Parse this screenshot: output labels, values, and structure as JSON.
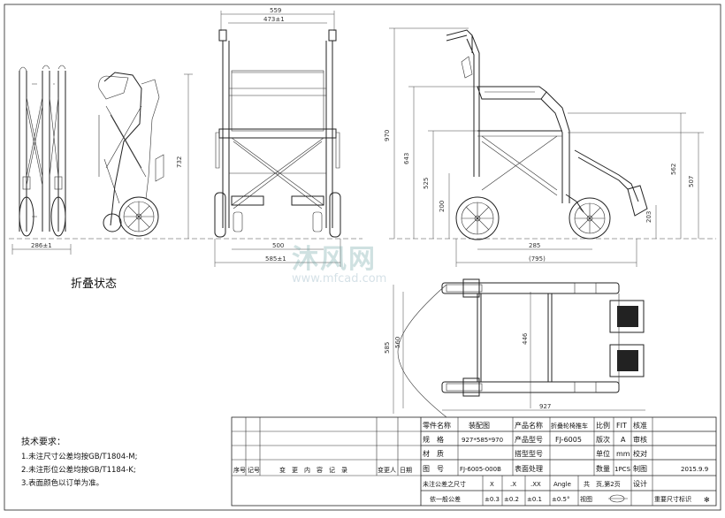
{
  "watermark": {
    "text": "沐风网",
    "url": "www.mfcad.com"
  },
  "views": {
    "folded_label": "折叠状态",
    "front_dims": {
      "top_width": "559",
      "top_width2": "473±1",
      "bottom_inner": "500",
      "bottom_outer": "585±1",
      "height_left": "732"
    },
    "side_dims": {
      "total_height": "970",
      "seat_height_a": "643",
      "seat_height_b": "525",
      "wheel_h": "200",
      "length": "927",
      "length_b": "(795)",
      "depth": "285",
      "right_h1": "562",
      "right_h2": "507",
      "small_h": "203"
    },
    "top_dims": {
      "width_a": "585",
      "width_b": "560",
      "inner": "446",
      "overall": "927"
    },
    "folded_dims": {
      "width": "286±1",
      "height": "732"
    }
  },
  "tech": {
    "heading": "技术要求：",
    "items": [
      "1.未注尺寸公差均按GB/T1804-M;",
      "2.未注形位公差均按GB/T1184-K;",
      "3.表面颜色以订单为准。"
    ]
  },
  "title_block": {
    "part_name_label": "零件名称",
    "part_name": "装配图",
    "product_name_label": "产品名称",
    "product_name": "折叠轮椅推车",
    "scale_label": "比例",
    "scale": "FIT",
    "check_label": "核准",
    "spec_label": "规　格",
    "spec": "927*585*970",
    "model_label": "产品型号",
    "model": "FJ-6005",
    "version_label": "版次",
    "version": "A",
    "review_label": "审核",
    "material_label": "材　质",
    "customer_model_label": "搭型型号",
    "unit_label": "单位",
    "unit": "mm",
    "proof_label": "校对",
    "drawing_no_label": "图　号",
    "drawing_no": "FJ-6005-000B",
    "surface_label": "表面处理",
    "qty_label": "数量",
    "qty": "1PCS",
    "drawn_label": "制图",
    "date": "2015.9.9",
    "revision_header": {
      "seq": "序号",
      "mark": "记号",
      "content": "变　更　内　容　记　录",
      "changer": "变更人",
      "date": "日期"
    },
    "tol_label": "未注公差之尺寸",
    "x": "X",
    "xx": ".X",
    "xxx": ".XX",
    "angle": "Angle",
    "tol_basis": "依一般公差",
    "tol_x": "±0.3",
    "tol_xx": "±0.2",
    "tol_xxx": "±0.1",
    "tol_angle": "±0.5°",
    "sheets": "共　页,第2页",
    "design_label": "设计",
    "view_label": "视图",
    "key_dim_label": "重要尺寸标识",
    "key_dim_symbol": "✻"
  }
}
